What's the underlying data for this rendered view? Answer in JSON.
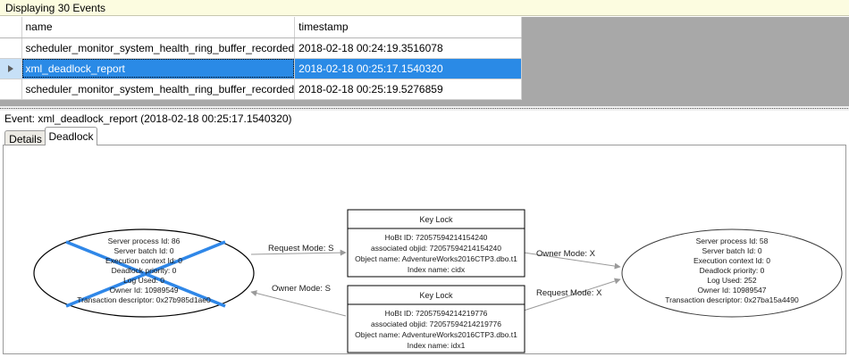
{
  "banner": {
    "text": "Displaying 30 Events"
  },
  "grid": {
    "columns": [
      "",
      "name",
      "timestamp"
    ],
    "rows": [
      {
        "selector": "",
        "name": "scheduler_monitor_system_health_ring_buffer_recorded",
        "timestamp": "2018-02-18 00:24:19.3516078",
        "selected": false
      },
      {
        "selector": "row-indicator-arrow",
        "name": "xml_deadlock_report",
        "timestamp": "2018-02-18 00:25:17.1540320",
        "selected": true
      },
      {
        "selector": "",
        "name": "scheduler_monitor_system_health_ring_buffer_recorded",
        "timestamp": "2018-02-18 00:25:19.5276859",
        "selected": false
      }
    ]
  },
  "event_header": {
    "text": "Event: xml_deadlock_report (2018-02-18 00:25:17.1540320)"
  },
  "tabs": [
    {
      "label": "Details",
      "active": false
    },
    {
      "label": "Deadlock",
      "active": true
    }
  ],
  "deadlock_graph": {
    "victim_marker_color": "#2f87e8",
    "processes": [
      {
        "id": "process-left",
        "is_victim": true,
        "lines": [
          "Server process Id: 86",
          "Server batch Id: 0",
          "Execution context Id: 0",
          "Deadlock priority: 0",
          "Log Used: 0",
          "Owner Id: 10989549",
          "Transaction descriptor: 0x27b985d1ae0"
        ]
      },
      {
        "id": "process-right",
        "is_victim": false,
        "lines": [
          "Server process Id: 58",
          "Server batch Id: 0",
          "Execution context Id: 0",
          "Deadlock priority: 0",
          "Log Used: 252",
          "Owner Id: 10989547",
          "Transaction descriptor: 0x27ba15a4490"
        ]
      }
    ],
    "resources": [
      {
        "id": "key-lock-top",
        "title": "Key Lock",
        "lines": [
          "HoBt ID: 72057594214154240",
          "associated objid: 72057594214154240",
          "Object name: AdventureWorks2016CTP3.dbo.t1",
          "Index name: cidx"
        ]
      },
      {
        "id": "key-lock-bottom",
        "title": "Key Lock",
        "lines": [
          "HoBt ID: 72057594214219776",
          "associated objid: 72057594214219776",
          "Object name: AdventureWorks2016CTP3.dbo.t1",
          "Index name: idx1"
        ]
      }
    ],
    "edges": [
      {
        "id": "edge-left-request",
        "label": "Request Mode: S"
      },
      {
        "id": "edge-left-owner",
        "label": "Owner Mode: S"
      },
      {
        "id": "edge-right-owner",
        "label": "Owner Mode: X"
      },
      {
        "id": "edge-right-request",
        "label": "Request Mode: X"
      }
    ]
  }
}
